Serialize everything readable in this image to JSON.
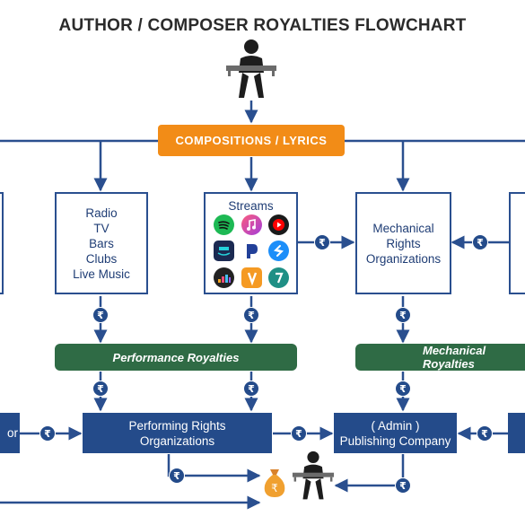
{
  "title": "AUTHOR / COMPOSER ROYALTIES FLOWCHART",
  "compositions_label": "COMPOSITIONS / LYRICS",
  "broadcast_box": "Radio\nTV\nBars\nClubs\nLive Music",
  "streams_label": "Streams",
  "mechanical_box": "Mechanical\nRights\nOrganizations",
  "performance_royalties": "Performance Royalties",
  "mechanical_royalties": "Mechanical Royalties",
  "pro_box": "Performing Rights\nOrganizations",
  "publisher_box": "( Admin )\nPublishing Company",
  "left_cut_label": "or",
  "rupee_symbol": "₹",
  "colors": {
    "navy": "#244b8a",
    "orange": "#f28c17",
    "green": "#2f6b45",
    "line": "#2a4f8f"
  },
  "icons": [
    "composer-at-keyboard-icon",
    "spotify-icon",
    "apple-music-icon",
    "youtube-music-icon",
    "amazon-music-icon",
    "pandora-icon",
    "shazam-icon",
    "deezer-icon",
    "jiosaavn-icon",
    "other-stream-icon",
    "money-bag-icon"
  ]
}
